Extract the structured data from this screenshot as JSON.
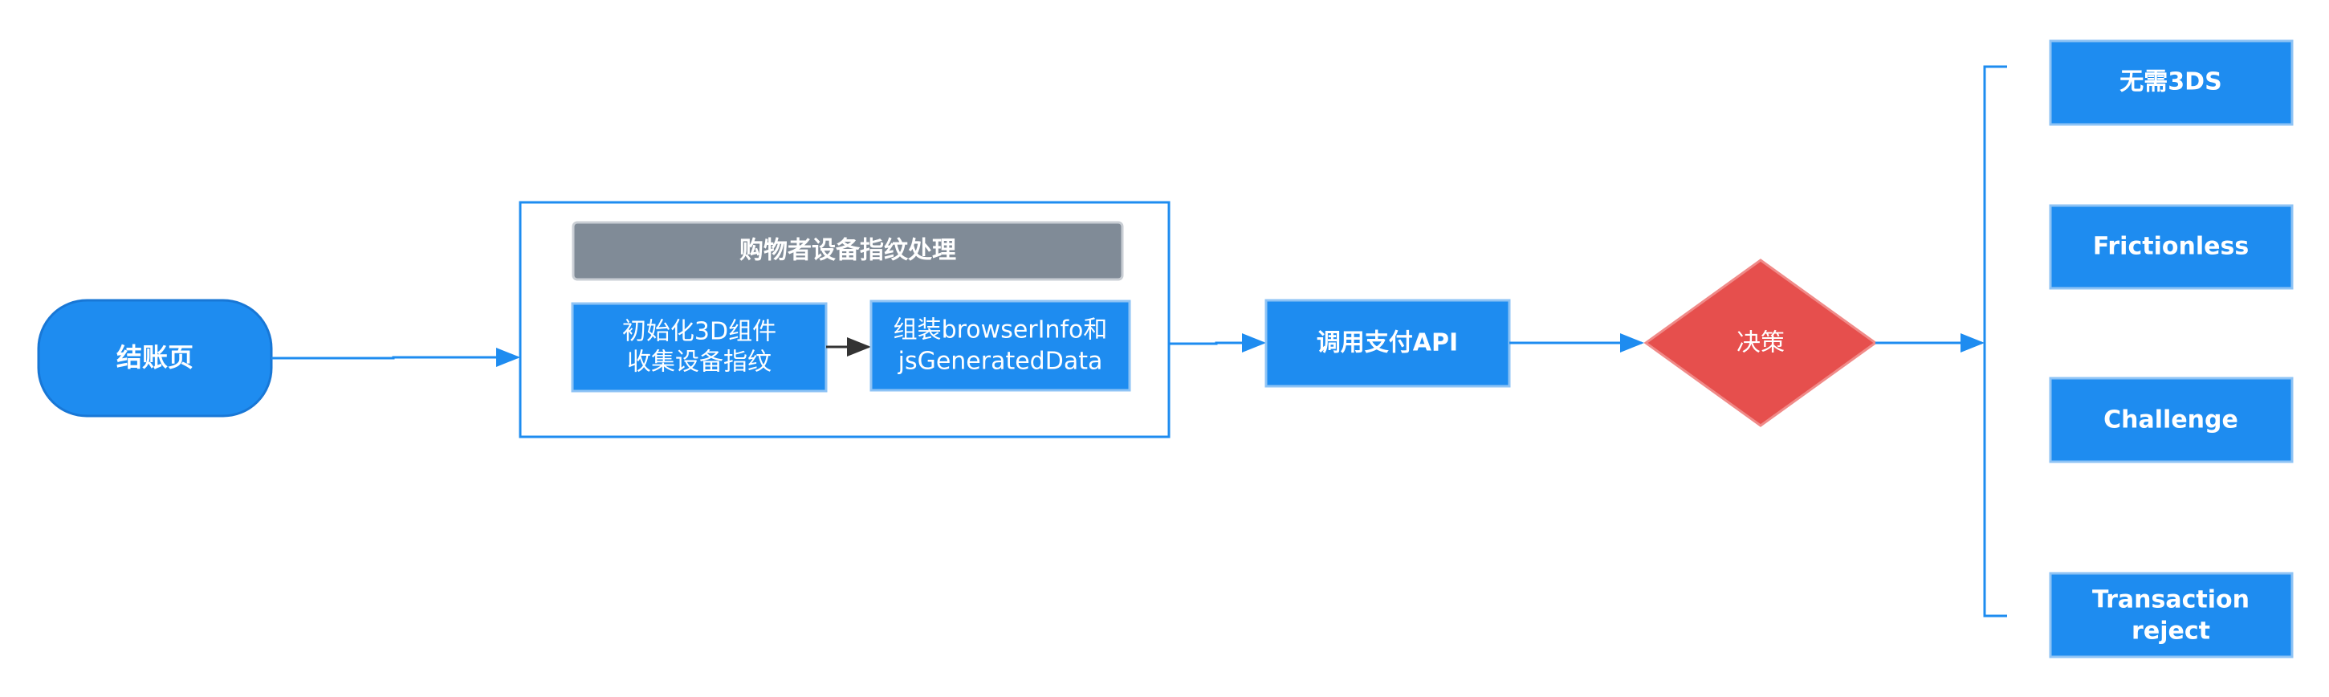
{
  "nodes": {
    "start": {
      "label": "结账页"
    },
    "group_title": {
      "label": "购物者设备指纹处理"
    },
    "init3d": {
      "line1": "初始化3D组件",
      "line2": "收集设备指纹"
    },
    "assemble": {
      "line1": "组装browserInfo和",
      "line2": "jsGeneratedData"
    },
    "call_api": {
      "label": "调用支付API"
    },
    "decision": {
      "label": "决策"
    },
    "outcome_no3ds": {
      "label": "无需3DS"
    },
    "outcome_frictionless": {
      "label": "Frictionless"
    },
    "outcome_challenge": {
      "label": "Challenge"
    },
    "outcome_reject": {
      "line1": "Transaction",
      "line2": "reject"
    }
  },
  "colors": {
    "primary": "#1E8CF0",
    "node_border": "#8EC3F5",
    "group_title_fill": "#808B97",
    "decision_fill": "#E64F4D",
    "dark_arrow": "#333333"
  }
}
